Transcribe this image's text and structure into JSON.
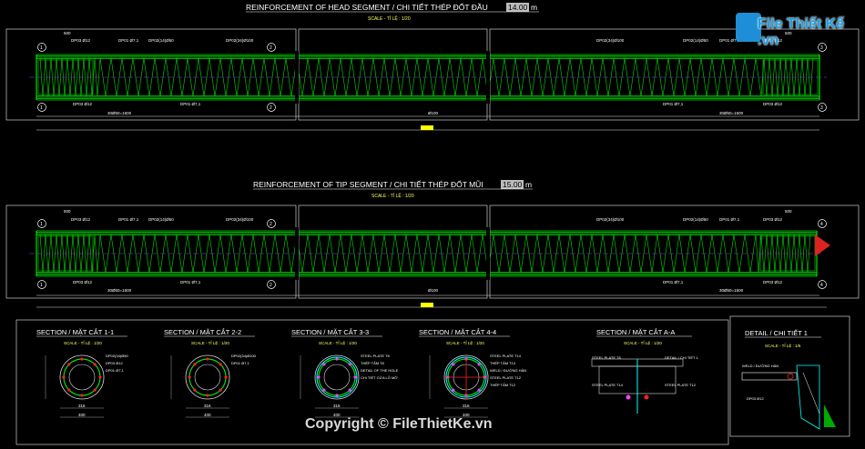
{
  "head": {
    "title_text": "REINFORCEMENT OF HEAD SEGMENT  / CHI TIẾT THÉP ĐỐT ĐẦU",
    "title_value": "14.00",
    "title_unit": "m",
    "scale": "SCALE - TỈ LỆ : 1/20",
    "labels_top_left": [
      "DP01 Ø7,1",
      "DP02(14)Ø50",
      "DP02(34)Ø100"
    ],
    "labels_top_right": [
      "DP02(34)Ø100",
      "DP02(14)Ø50",
      "DP01 Ø7,1",
      "DP03 Ø12"
    ],
    "left_dim": "500",
    "right_dim": "500",
    "dp03": "DP03 Ø12",
    "dp01": "DP01 Ø7,1",
    "dim_left": "30Ø50=1500",
    "dim_right": "30Ø50=1500",
    "dim_mid": "Ø100"
  },
  "tip": {
    "title_text": "REINFORCEMENT OF TIP SEGMENT  / CHI TIẾT THÉP ĐỐT MŨI",
    "title_value": "15.00",
    "title_unit": "m",
    "scale": "SCALE - TỈ LỆ : 1/20"
  },
  "markers": [
    "1",
    "2",
    "3",
    "4"
  ],
  "sections": [
    {
      "title": "SECTION / MẶT CẮT 1-1",
      "scale": "SCALE - TỈ LỆ : 1/20",
      "notes": [
        "DP02(34)Ø50",
        "DP03 Ø12",
        "DP01 Ø7,1"
      ],
      "dims": [
        "316",
        "400"
      ]
    },
    {
      "title": "SECTION / MẶT CẮT 2-2",
      "scale": "SCALE - TỈ LỆ : 1/20",
      "notes": [
        "DP02(34)Ø100",
        "DP01 Ø7,1"
      ],
      "dims": [
        "316",
        "400"
      ]
    },
    {
      "title": "SECTION / MẶT CẮT 3-3",
      "scale": "SCALE - TỈ LỆ : 1/20",
      "notes": [
        "STEEL PLATE T8",
        "THÉP TẤM T8",
        "DETAIL OF THE HOLE",
        "CHI TIẾT CỬA LỖ MỞ"
      ],
      "dims": [
        "316",
        "400"
      ]
    },
    {
      "title": "SECTION / MẶT CẮT 4-4",
      "scale": "SCALE - TỈ LỆ : 1/20",
      "notes": [
        "STEEL PLATE T14",
        "THÉP TẤM T14",
        "WELD / ĐƯỜNG HÀN",
        "STEEL PLATE T12",
        "THÉP TẤM T12"
      ],
      "dims": [
        "316",
        "400"
      ]
    },
    {
      "title": "SECTION / MẶT CẮT A-A",
      "scale": "SCALE - TỈ LỆ : 1/20",
      "notes": [
        "STEEL PLATE T8",
        "DETAIL / CHI TIẾT 1",
        "STEEL PLATE T14",
        "STEEL PLATE T12"
      ],
      "dims": []
    }
  ],
  "detail": {
    "title": "DETAIL / CHI TIẾT 1",
    "scale": "SCALE - TỈ LỆ : 1/5",
    "notes": [
      "WELD / ĐƯỜNG HÀN",
      "DP03 Ø12"
    ]
  },
  "watermark": {
    "logo_text": "File Thiết Kế .vn",
    "copyright": "Copyright © FileThietKe.vn"
  },
  "colors": {
    "rebar": "#00e000",
    "dim": "#ffffff",
    "text_yellow": "#ffff00",
    "red": "#ff2020",
    "cyan": "#00ffff",
    "purple": "#9b30ff",
    "magenta": "#ff40ff"
  }
}
